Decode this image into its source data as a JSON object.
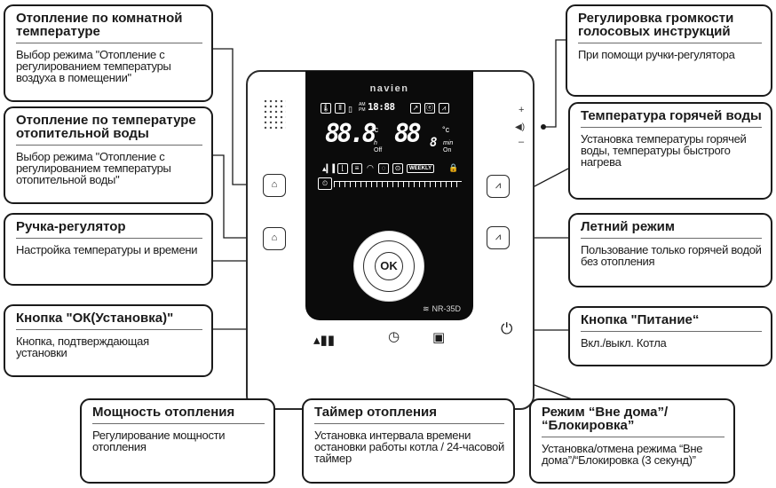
{
  "device": {
    "brand": "navien",
    "model": "NR-35D",
    "lcd": {
      "clock": "18:88",
      "ampm_top": "AM",
      "ampm_bottom": "PM",
      "left_display": "88.8",
      "left_unit": "°c",
      "left_sub_unit": "h",
      "left_sub": "Off",
      "right_display": "88",
      "right_decimal": "8",
      "right_unit": "°c",
      "right_sub_unit": "min",
      "right_sub": "On",
      "weekly": "WEEKLY"
    },
    "ok_label": "OK",
    "volume_plus": "+",
    "volume_minus": "–"
  },
  "callouts": {
    "room_heating": {
      "title": "Отопление по комнатной температуре",
      "desc": "Выбор режима \"Отопление с регулированием температуры воздуха в помещении\""
    },
    "water_heating": {
      "title": "Отопление по температуре отопительной воды",
      "desc": "Выбор режима \"Отопление с регулированием температуры отопительной воды\""
    },
    "knob": {
      "title": "Ручка-регулятор",
      "desc": "Настройка температуры и времени"
    },
    "ok_button": {
      "title": "Кнопка \"ОК(Установка)\"",
      "desc": "Кнопка, подтверждающая установки"
    },
    "volume": {
      "title": "Регулировка громкости голосовых инструкций",
      "desc": "При помощи ручки-регулятора"
    },
    "hot_water": {
      "title": "Температура горячей воды",
      "desc": "Установка температуры горячей воды, температуры быстрого нагрева"
    },
    "summer": {
      "title": "Летний режим",
      "desc": "Пользование только горячей водой без отопления"
    },
    "power": {
      "title": "Кнопка \"Питание“",
      "desc": "Вкл./выкл. Котла"
    },
    "heating_power": {
      "title": "Мощность отопления",
      "desc": "Регулирование мощности отопления"
    },
    "heating_timer": {
      "title": "Таймер отопления",
      "desc": "Установка интервала времени остановки работы котла / 24-часовой таймер"
    },
    "away_lock": {
      "title": "Режим “Вне дома”/ “Блокировка”",
      "desc": "Установка/отмена режима “Вне дома”/“Блокировка (3 секунд)”"
    }
  }
}
